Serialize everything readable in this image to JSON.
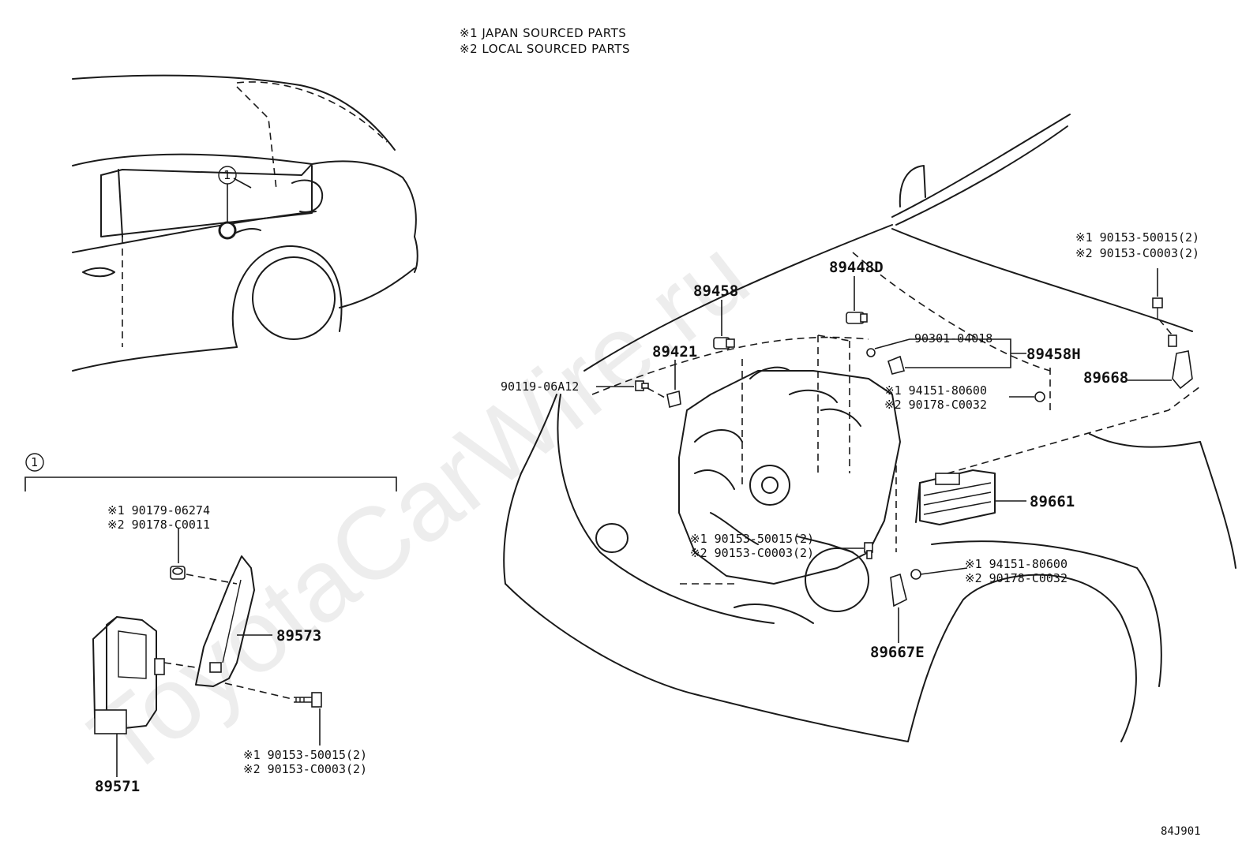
{
  "notes": {
    "japan": "※1 JAPAN SOURCED PARTS",
    "local": "※2 LOCAL SOURCED PARTS"
  },
  "watermark": "ToyotaCarWire.ru",
  "diagram_code": "84J901",
  "callout": {
    "symbol": "1"
  },
  "parts": {
    "p89458": "89458",
    "p89448D": "89448D",
    "p89421": "89421",
    "p90119": "90119-06A12",
    "p90301": "90301-04018",
    "p89458H": "89458H",
    "p94151_top_1": "※1 94151-80600",
    "p90178_top_2": "※2 90178-C0032",
    "p90153_right_1": "※1 90153-50015(2)",
    "p90153_right_2": "※2 90153-C0003(2)",
    "p89668": "89668",
    "p89661": "89661",
    "p90153_mid_1": "※1 90153-50015(2)",
    "p90153_mid_2": "※2 90153-C0003(2)",
    "p94151_low_1": "※1 94151-80600",
    "p90178_low_2": "※2 90178-C0032",
    "p89667E": "89667E",
    "p90179_1": "※1 90179-06274",
    "p90178_c0011_2": "※2 90178-C0011",
    "p89573": "89573",
    "p90153_left_1": "※1 90153-50015(2)",
    "p90153_left_2": "※2 90153-C0003(2)",
    "p89571": "89571"
  }
}
